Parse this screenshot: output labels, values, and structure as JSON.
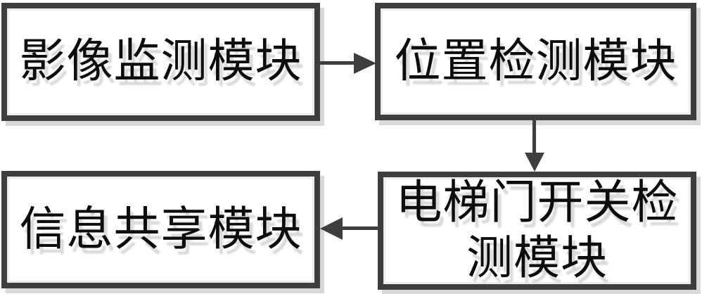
{
  "diagram": {
    "boxes": [
      {
        "id": "image-monitoring",
        "label": "影像监测模块"
      },
      {
        "id": "position-detection",
        "label": "位置检测模块"
      },
      {
        "id": "elevator-door-switch-detection",
        "label": "电梯门开关检测模块"
      },
      {
        "id": "information-sharing",
        "label": "信息共享模块"
      }
    ],
    "connections": [
      {
        "from": "影像监测模块",
        "to": "位置检测模块",
        "direction": "right"
      },
      {
        "from": "位置检测模块",
        "to": "电梯门开关检测模块",
        "direction": "down"
      },
      {
        "from": "电梯门开关检测模块",
        "to": "信息共享模块",
        "direction": "left"
      }
    ],
    "colors": {
      "line": "#3e3e3e",
      "border": "#3e3e3e",
      "fill": "#ffffff",
      "text": "#0d0d0d",
      "shadow": "#d9d9d9",
      "background": "#ffffff"
    }
  }
}
